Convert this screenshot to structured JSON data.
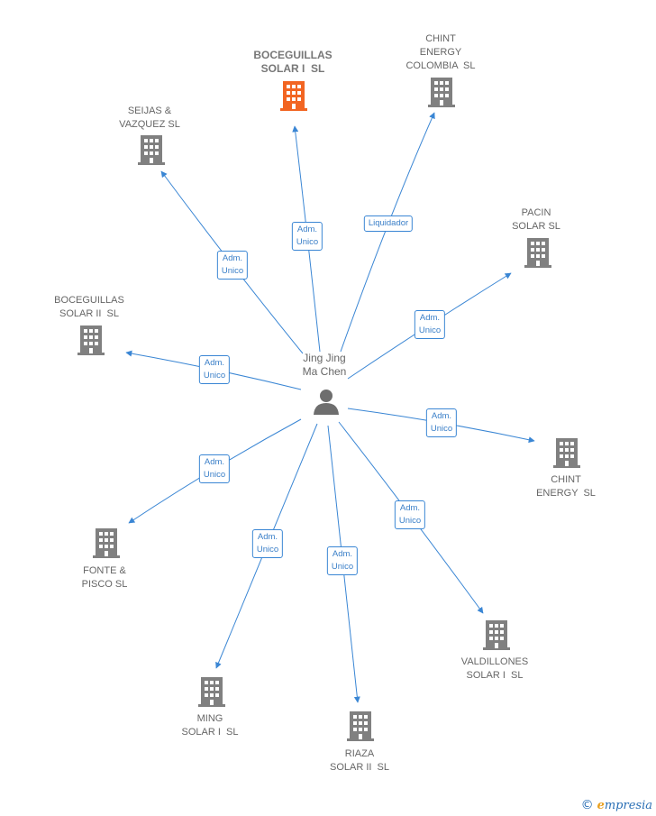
{
  "person": {
    "name": "Jing Jing\nMa Chen"
  },
  "companies": [
    {
      "id": "boceguillas1",
      "name": "BOCEGUILLAS\nSOLAR I  SL",
      "focus": true,
      "role": "Adm.\nUnico"
    },
    {
      "id": "chint_col",
      "name": "CHINT\nENERGY\nCOLOMBIA  SL",
      "focus": false,
      "role": "Liquidador"
    },
    {
      "id": "seijas",
      "name": "SEIJAS &\nVAZQUEZ SL",
      "focus": false,
      "role": "Adm.\nUnico"
    },
    {
      "id": "pacin",
      "name": "PACIN\nSOLAR SL",
      "focus": false,
      "role": "Adm.\nUnico"
    },
    {
      "id": "boceguillas2",
      "name": "BOCEGUILLAS\nSOLAR II  SL",
      "focus": false,
      "role": "Adm.\nUnico"
    },
    {
      "id": "chint",
      "name": "CHINT\nENERGY  SL",
      "focus": false,
      "role": "Adm.\nUnico"
    },
    {
      "id": "fonte",
      "name": "FONTE &\nPISCO SL",
      "focus": false,
      "role": "Adm.\nUnico"
    },
    {
      "id": "valdillones",
      "name": "VALDILLONES\nSOLAR I  SL",
      "focus": false,
      "role": "Adm.\nUnico"
    },
    {
      "id": "ming",
      "name": "MING\nSOLAR I  SL",
      "focus": false,
      "role": "Adm.\nUnico"
    },
    {
      "id": "riaza",
      "name": "RIAZA\nSOLAR II  SL",
      "focus": false,
      "role": "Adm.\nUnico"
    }
  ],
  "colors": {
    "edge": "#3a86d4",
    "building": "#808080",
    "focus_building": "#f26522",
    "person": "#6e6e6e"
  },
  "icons": {
    "company": "building-icon",
    "person": "person-icon",
    "copyright": "copyright-icon"
  },
  "brand": {
    "symbol": "©",
    "initial": "e",
    "rest": "mpresia"
  }
}
